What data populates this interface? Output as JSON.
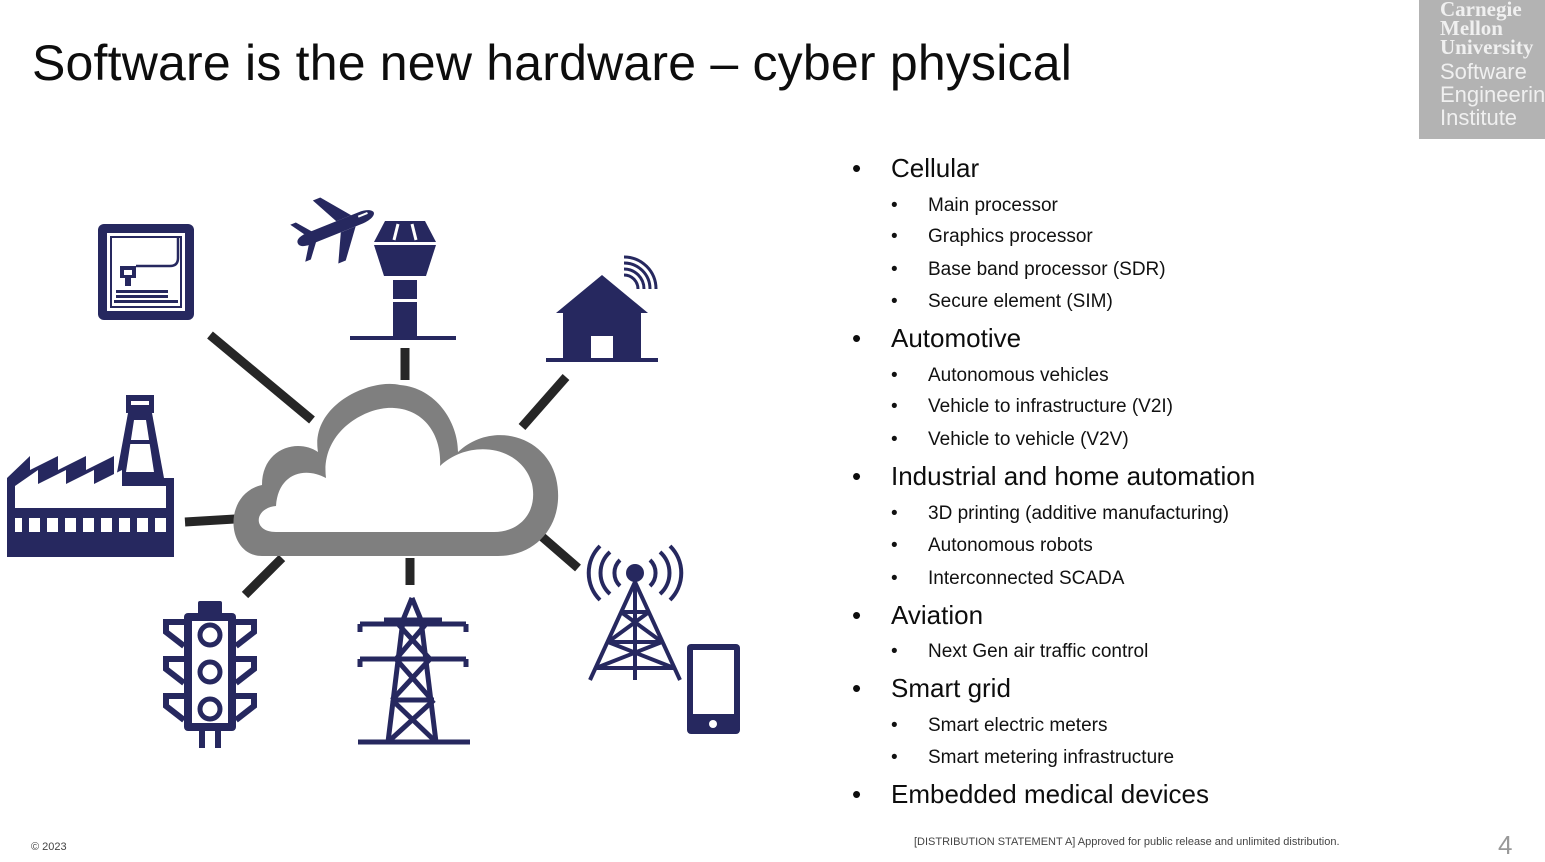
{
  "slide": {
    "title": "Software is the new hardware – cyber physical",
    "page_number": "4"
  },
  "logo": {
    "line1": "Carnegie",
    "line2": "Mellon",
    "line3": "University",
    "line4": "Software",
    "line5": "Engineering",
    "line6": "Institute"
  },
  "bullets": [
    {
      "label": "Cellular",
      "subs": [
        "Main processor",
        "Graphics processor",
        "Base band processor (SDR)",
        "Secure element (SIM)"
      ]
    },
    {
      "label": "Automotive",
      "subs": [
        "Autonomous vehicles",
        "Vehicle to infrastructure (V2I)",
        "Vehicle to vehicle (V2V)"
      ]
    },
    {
      "label": "Industrial and home automation",
      "subs": [
        "3D printing (additive manufacturing)",
        "Autonomous robots",
        "Interconnected SCADA"
      ]
    },
    {
      "label": "Aviation",
      "subs": [
        "Next Gen air traffic control"
      ]
    },
    {
      "label": "Smart grid",
      "subs": [
        "Smart electric meters",
        "Smart metering infrastructure"
      ]
    },
    {
      "label": "Embedded medical devices",
      "subs": []
    }
  ],
  "bullet_glyph": "•",
  "footer": {
    "copyright": "© 2023",
    "distribution": "[DISTRIBUTION STATEMENT A] Approved  for public release and unlimited distribution."
  },
  "graphic_icons": [
    "cloud-icon",
    "3d-printer-icon",
    "airplane-icon",
    "control-tower-icon",
    "smart-home-icon",
    "factory-icon",
    "traffic-light-icon",
    "power-pylon-icon",
    "cell-tower-icon",
    "smartphone-icon"
  ],
  "colors": {
    "icon": "#26285f",
    "cloud": "#7f7f7f",
    "connector": "#262626",
    "logo_bg": "#b3b3b3"
  }
}
